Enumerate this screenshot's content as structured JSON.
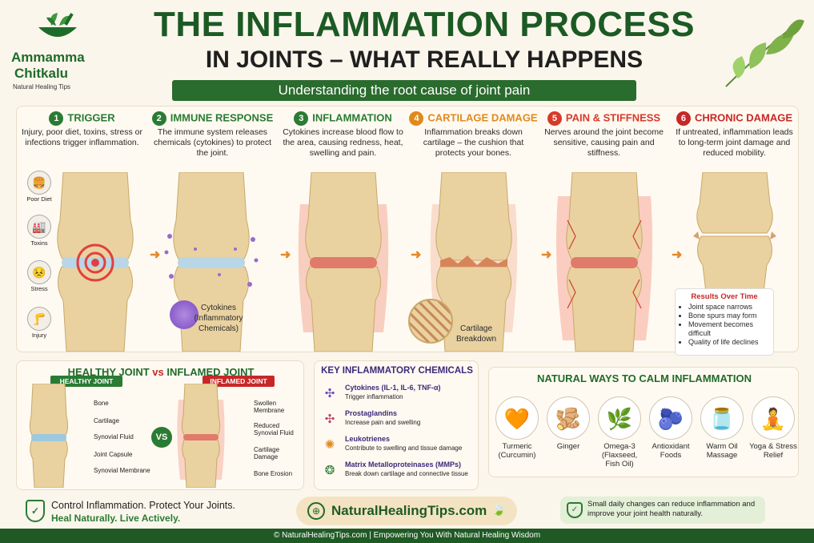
{
  "brand": {
    "name_line1": "Ammamma",
    "name_line2": "Chitkalu",
    "tagline": "Natural Healing Tips"
  },
  "header": {
    "title_line1": "THE INFLAMMATION PROCESS",
    "title_line2": "IN JOINTS – WHAT REALLY HAPPENS",
    "subtitle": "Understanding the root cause of joint pain"
  },
  "steps": [
    {
      "num": "1",
      "title": "TRIGGER",
      "desc": "Injury, poor diet, toxins, stress or infections trigger inflammation.",
      "color": "#2a7b33"
    },
    {
      "num": "2",
      "title": "IMMUNE RESPONSE",
      "desc": "The immune system releases chemicals (cytokines) to protect the joint.",
      "color": "#2a7b33"
    },
    {
      "num": "3",
      "title": "INFLAMMATION",
      "desc": "Cytokines increase blood flow to the area, causing redness, heat, swelling and pain.",
      "color": "#2a7b33"
    },
    {
      "num": "4",
      "title": "CARTILAGE DAMAGE",
      "desc": "Inflammation breaks down cartilage – the cushion that protects your bones.",
      "color": "#e08a1e"
    },
    {
      "num": "5",
      "title": "PAIN & STIFFNESS",
      "desc": "Nerves around the joint become sensitive, causing pain and stiffness.",
      "color": "#d63a2a"
    },
    {
      "num": "6",
      "title": "CHRONIC DAMAGE",
      "desc": "If untreated, inflammation leads to long-term joint damage and reduced mobility.",
      "color": "#c62828"
    }
  ],
  "triggers": [
    "Poor Diet",
    "Toxins",
    "Stress",
    "Injury"
  ],
  "cytokines_label": "Cytokines (Inflammatory Chemicals)",
  "cartilage_label": "Cartilage Breakdown",
  "results": {
    "title": "Results Over Time",
    "items": [
      "Joint space narrows",
      "Bone spurs may form",
      "Movement becomes difficult",
      "Quality of life declines"
    ]
  },
  "comparison": {
    "title_a": "HEALTHY JOINT ",
    "title_vs": "vs",
    "title_b": " INFLAMED JOINT",
    "healthy_tag": "HEALTHY JOINT",
    "inflamed_tag": "INFLAMED JOINT",
    "vs": "VS",
    "healthy_labels": [
      "Bone",
      "Cartilage",
      "Synovial Fluid",
      "Joint Capsule",
      "Synovial Membrane"
    ],
    "inflamed_labels": [
      "Swollen Membrane",
      "Reduced Synovial Fluid",
      "Cartilage Damage",
      "Bone Erosion"
    ]
  },
  "chemicals": {
    "title": "KEY INFLAMMATORY CHEMICALS",
    "items": [
      {
        "name": "Cytokines (IL-1, IL-6, TNF-α)",
        "desc": "Trigger inflammation"
      },
      {
        "name": "Prostaglandins",
        "desc": "Increase pain and swelling"
      },
      {
        "name": "Leukotrienes",
        "desc": "Contribute to swelling and tissue damage"
      },
      {
        "name": "Matrix Metalloproteinases (MMPs)",
        "desc": "Break down cartilage and connective tissue"
      }
    ]
  },
  "natural": {
    "title": "NATURAL WAYS TO CALM INFLAMMATION",
    "items": [
      {
        "label": "Turmeric (Curcumin)",
        "icon": "turmeric-icon"
      },
      {
        "label": "Ginger",
        "icon": "ginger-icon"
      },
      {
        "label": "Omega-3 (Flaxseed, Fish Oil)",
        "icon": "leaves-icon"
      },
      {
        "label": "Antioxidant Foods",
        "icon": "berries-icon"
      },
      {
        "label": "Warm Oil Massage",
        "icon": "oil-bottle-icon"
      },
      {
        "label": "Yoga & Stress Relief",
        "icon": "yoga-icon"
      }
    ]
  },
  "footer": {
    "line1": "Control Inflammation. Protect Your Joints.",
    "line2": "Heal Naturally. Live Actively.",
    "site": "NaturalHealingTips.com",
    "tip": "Small daily changes can reduce inflammation and improve your joint health naturally.",
    "bar": "© NaturalHealingTips.com  |  Empowering You With Natural Healing Wisdom"
  }
}
